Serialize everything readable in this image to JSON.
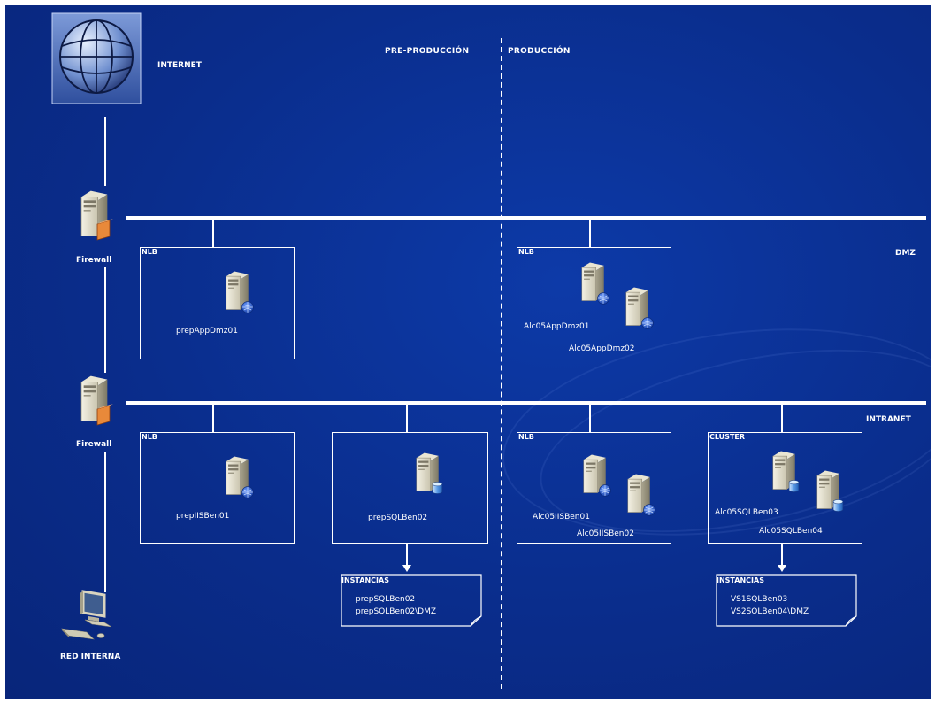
{
  "zones": {
    "pre_production": "PRE-PRODUCCIÓN",
    "production": "PRODUCCIÓN"
  },
  "internet": {
    "label": "INTERNET"
  },
  "firewall_top": {
    "label": "Firewall"
  },
  "firewall_bottom": {
    "label": "Firewall"
  },
  "internal_network": {
    "label": "RED INTERNA"
  },
  "networks": {
    "dmz": "DMZ",
    "intranet": "INTRANET"
  },
  "groups": {
    "pre_dmz": {
      "type": "NLB",
      "servers": [
        "prepAppDmz01"
      ]
    },
    "prod_dmz": {
      "type": "NLB",
      "servers": [
        "Alc05AppDmz01",
        "Alc05AppDmz02"
      ]
    },
    "pre_iis": {
      "type": "NLB",
      "servers": [
        "prepIISBen01"
      ]
    },
    "pre_sql": {
      "servers": [
        "prepSQLBen02"
      ]
    },
    "prod_iis": {
      "type": "NLB",
      "servers": [
        "Alc05IISBen01",
        "Alc05IISBen02"
      ]
    },
    "prod_sql": {
      "type": "CLUSTER",
      "servers": [
        "Alc05SQLBen03",
        "Alc05SQLBen04"
      ]
    }
  },
  "instances_pre": {
    "title": "INSTANCIAS",
    "items": [
      "prepSQLBen02",
      "prepSQLBen02\\DMZ"
    ]
  },
  "instances_prod": {
    "title": "INSTANCIAS",
    "items": [
      "VS1SQLBen03",
      "VS2SQLBen04\\DMZ"
    ]
  }
}
